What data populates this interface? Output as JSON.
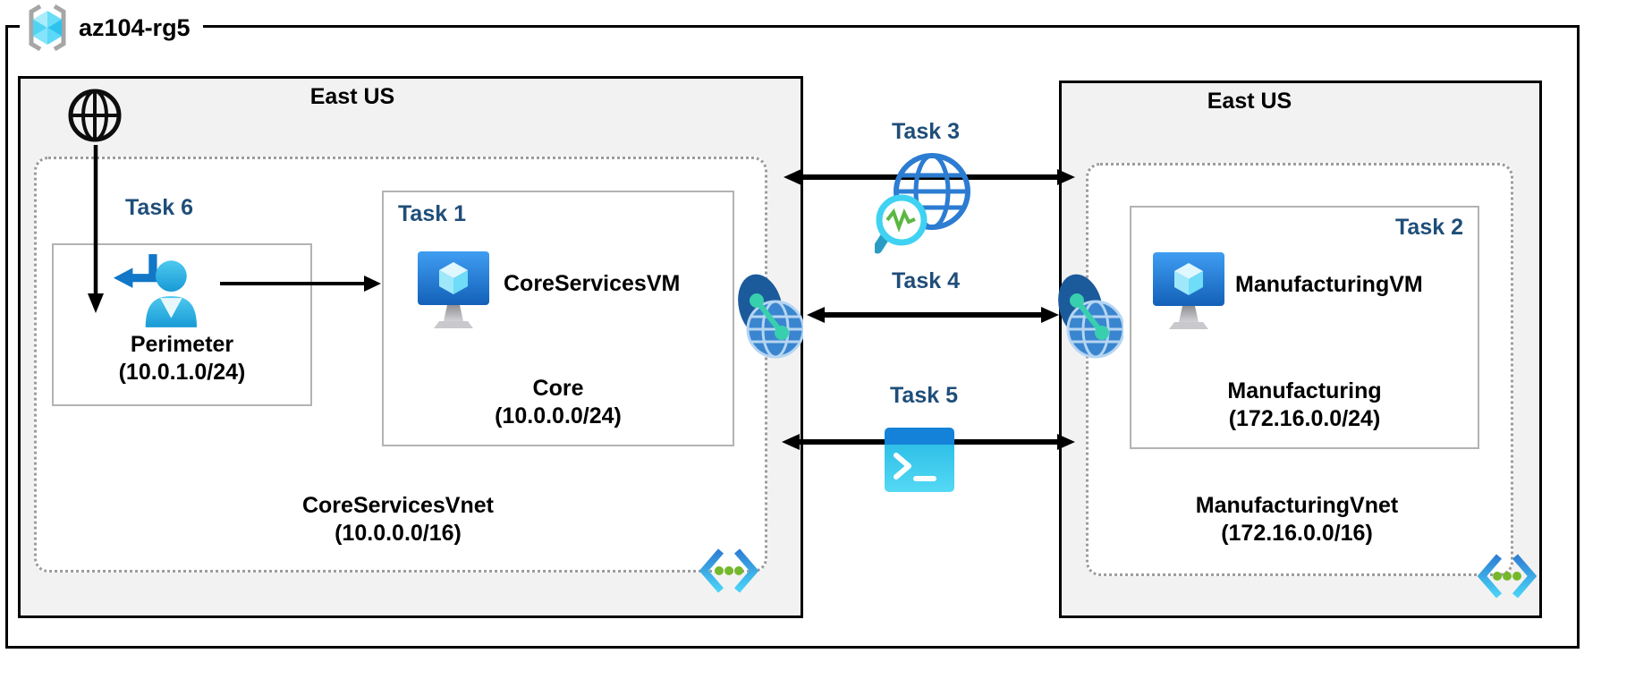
{
  "title": {
    "resource_group": "az104-rg5"
  },
  "regions": {
    "left": {
      "location": "East US",
      "vnet_name": "CoreServicesVnet",
      "vnet_cidr": "(10.0.0.0/16)",
      "perimeter": {
        "task": "Task 6",
        "subnet_name": "Perimeter",
        "subnet_cidr": "(10.0.1.0/24)"
      },
      "core": {
        "task": "Task 1",
        "vm_name": "CoreServicesVM",
        "subnet_name": "Core",
        "subnet_cidr": "(10.0.0.0/24)"
      }
    },
    "right": {
      "location": "East US",
      "vnet_name": "ManufacturingVnet",
      "vnet_cidr": "(172.16.0.0/16)",
      "manufacturing": {
        "task": "Task 2",
        "vm_name": "ManufacturingVM",
        "subnet_name": "Manufacturing",
        "subnet_cidr": "(172.16.0.0/24)"
      }
    }
  },
  "connections": {
    "task3": {
      "label": "Task 3",
      "icon": "network-watcher-icon"
    },
    "task4": {
      "label": "Task 4",
      "icon": "vnet-peering-icon"
    },
    "task5": {
      "label": "Task 5",
      "icon": "cloud-shell-icon"
    }
  },
  "icons": {
    "resource_group": "resource-group-icon",
    "internet": "internet-globe-icon",
    "perimeter_user": "user-sign-in-icon",
    "virtual_machine": "virtual-machine-icon",
    "virtual_network": "virtual-network-chevrons-icon",
    "peering": "vnet-peering-icon",
    "network_watcher": "network-watcher-icon",
    "cloud_shell": "cloud-shell-icon"
  },
  "colors": {
    "task_label": "#1F4E79",
    "region_fill": "#F2F2F2",
    "dotted_border": "#9C9C9C",
    "subnet_border": "#B3B3B3",
    "arrow": "#000000",
    "azure_blue": "#1482D8",
    "vm_screen_blue": "#1E6CC8",
    "cyan": "#45D2F5",
    "teal_link": "#38CFAE",
    "green_dot": "#76B82C"
  }
}
